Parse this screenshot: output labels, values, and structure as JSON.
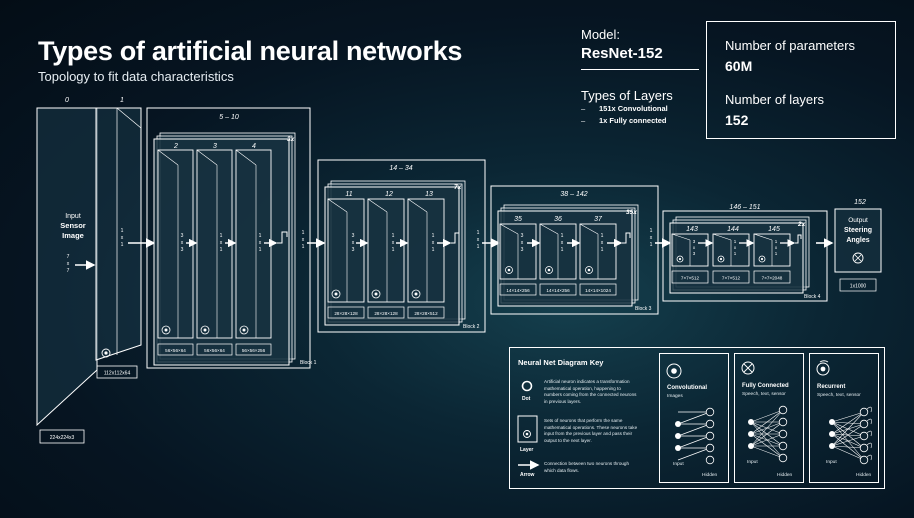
{
  "header": {
    "title": "Types of artificial neural networks",
    "subtitle": "Topology to fit data characteristics"
  },
  "model": {
    "label": "Model:",
    "name": "ResNet-152",
    "layers_title": "Types of Layers",
    "layer_types": [
      "151x Convolutional",
      "1x Fully connected"
    ]
  },
  "stats": {
    "params_label": "Number of parameters",
    "params_value": "60M",
    "layers_label": "Number of layers",
    "layers_value": "152"
  },
  "diagram": {
    "input_layer": {
      "index": "0",
      "label_line1": "Input",
      "label_line2": "Sensor",
      "label_line3": "Image",
      "kernel": [
        "7",
        "x",
        "7"
      ],
      "size": "224x224x3"
    },
    "conv1": {
      "index": "1",
      "kernel": [
        "1",
        "x",
        "1"
      ],
      "size": "112x112x64"
    },
    "blocks": [
      {
        "range": "5 – 10",
        "repeat": "3x",
        "label": "Block 1",
        "layers": [
          "2",
          "3",
          "4"
        ],
        "sizes": [
          "56×56×64",
          "56×56×64",
          "56×56×256"
        ],
        "kernels": [
          [
            "1",
            "x",
            "1"
          ],
          [
            "3",
            "x",
            "3"
          ],
          [
            "1",
            "x",
            "1"
          ]
        ]
      },
      {
        "range": "14 – 34",
        "repeat": "7x",
        "label": "Block 2",
        "layers": [
          "11",
          "12",
          "13"
        ],
        "sizes": [
          "28×28×128",
          "28×28×128",
          "28×28×512"
        ],
        "kernels": [
          [
            "1",
            "x",
            "1"
          ],
          [
            "3",
            "x",
            "3"
          ],
          [
            "1",
            "x",
            "1"
          ]
        ]
      },
      {
        "range": "38 – 142",
        "repeat": "35x",
        "label": "Block 3",
        "layers": [
          "35",
          "36",
          "37"
        ],
        "sizes": [
          "14×14×256",
          "14×14×256",
          "14×14×1024"
        ],
        "kernels": [
          [
            "1",
            "x",
            "1"
          ],
          [
            "3",
            "x",
            "3"
          ],
          [
            "1",
            "x",
            "1"
          ]
        ]
      },
      {
        "range": "146 – 151",
        "repeat": "2x",
        "label": "Block 4",
        "layers": [
          "143",
          "144",
          "145"
        ],
        "sizes": [
          "7×7×512",
          "7×7×512",
          "7×7×2048"
        ],
        "kernels": [
          [
            "1",
            "x",
            "1"
          ],
          [
            "3",
            "x",
            "3"
          ],
          [
            "1",
            "x",
            "1"
          ]
        ]
      }
    ],
    "between_kernel": [
      "1",
      "x",
      "1"
    ],
    "output": {
      "index": "152",
      "label_line1": "Output",
      "label_line2": "Steering",
      "label_line3": "Angles",
      "size": "1x1000"
    }
  },
  "key": {
    "title": "Neural Net Diagram Key",
    "dot_label": "Dot",
    "dot_desc": "Artificial neuron indicates a transformation mathematical operation, happening to numbers coming from the connected neurons in previous layers.",
    "layer_label": "Layer",
    "layer_desc": "Sets of neurons that perform the same mathematical operations. These neurons take input from the previous layer and pass their output to the next layer.",
    "arrow_label": "Arrow",
    "arrow_desc": "Connection between two neurons through which data flows.",
    "panels": [
      {
        "title": "Convolutional",
        "sub": "Images",
        "input": "Input",
        "hidden": "Hidden"
      },
      {
        "title": "Fully Connected",
        "sub": "Speech, text, sensor",
        "input": "Input",
        "hidden": "Hidden"
      },
      {
        "title": "Recurrent",
        "sub": "Speech, text, sensor",
        "input": "Input",
        "hidden": "Hidden"
      }
    ]
  },
  "colors": {
    "background": "#06121d",
    "foreground": "#ffffff",
    "panel": "#1a3848"
  }
}
